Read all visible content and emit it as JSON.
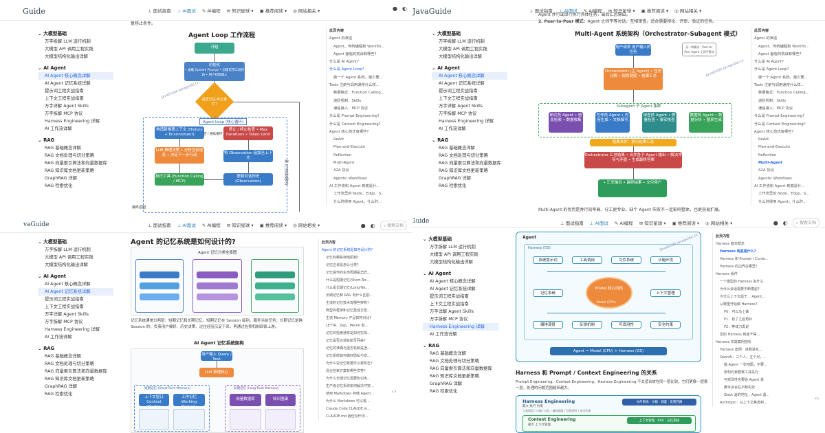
{
  "nav": {
    "interview": "面试指南",
    "ai_interview": "AI面试",
    "ai_coding": "AI编程",
    "kb": "知识星球",
    "recommend": "推荐阅读",
    "site": "网站相关",
    "search_placeholder": "搜索文档"
  },
  "brand": {
    "full": "JavaGuide",
    "cut1": "Guide",
    "cut3": "vaGuide"
  },
  "sidebar": {
    "s1": "大模型基础",
    "s1_items": [
      "万字拆解 LLM 运行机制",
      "大模型 API 调用工程实践",
      "大模型结构化输出详解"
    ],
    "s2": "AI Agent",
    "s2_items": [
      "AI Agent 核心概念详解",
      "AI Agent 记忆系统详解",
      "提示词工程实战指南",
      "上下文工程实战指南",
      "万字详解 Agent Skills",
      "万字拆解 MCP 协议",
      "Harness Engineering 详解",
      "AI 工作流详解"
    ],
    "s3": "RAG",
    "s3_items": [
      "RAG 基础概念详解",
      "RAG 文档处理与切分策略",
      "RAG 向量索引算法和向量数据库",
      "RAG 知识库文档更新策略",
      "GraphRAG 详解",
      "RAG 检索优化"
    ]
  },
  "toc1": {
    "title": "此页内容",
    "items": [
      "Agent 的演进",
      "Agent、传统编程和 Workflo...",
      "Agent 面临的挑战有哪些?",
      "什么是 AI Agent?",
      "什么是 Agent Loop?",
      "做一个 Agent 系统，最少要...",
      "Tools 注册与调用通常什么样...",
      "数据格式：Function Calling...",
      "进阶机制：Skills",
      "通信接入：MCP 协议",
      "什么是 Prompt Engineering?",
      "什么是 Context Engineering?",
      "Agent 核心范式有哪些?",
      "ReAct",
      "Plan-and-Execute",
      "Reflection",
      "Multi-Agent",
      "A2A 协议",
      "Agentic Workflows",
      "AI 工作流和 Agent 到底是什...",
      "工作流里的 Node、Edge、S...",
      "什么时候用 Agent，什么时..."
    ]
  },
  "toc3": {
    "title": "此页内容",
    "items": [
      "Agent 的记忆系统是如何设计的?",
      "记忆有哪些存储机制?",
      "记忆应该是怎么分类?",
      "记忆操作的生命周期是怎样...",
      "什么是短期记忆(Short-Ter...",
      "什么是长期记忆(Long-Ter...",
      "长期记忆和 RAG 有什么区别...",
      "主流的记忆技术有哪些架构?",
      "典型的框架和记忆集成方案...",
      "主流 Memory 产品如何对比?",
      "LETTA、Zep、Mem0 有...",
      "记忆的检索通常是如何实现...",
      "记忆是否合适就能写回来?",
      "记忆的准确与遗忘机制是怎...",
      "记忆系统如何做好隐私与安...",
      "为什么说记忆数据可以被攻击?",
      "混合检索方案有哪些优势?",
      "为什么长期记忆需要知识库...",
      "生产级记忆系统如何解决冲突...",
      "使用 Markdown 存储 Agent...",
      "为什么 Markdown 可以很...",
      "Claude Code CLAUDE.m...",
      "CLAUDE.md 最佳写作法..."
    ]
  },
  "toc2": {
    "title": "此页内容",
    "items": [
      "Agent 的演进",
      "Agent、传统编程和 Workflo...",
      "Agent 面临的挑战有哪些?",
      "什么是 AI Agent?",
      "什么是 Agent Loop?",
      "做一个 Agent 系统，最少要...",
      "Tools 注册与调用通常什么样...",
      "数据格式：Function Calling...",
      "进阶机制：Skills",
      "通信接入：MCP 协议",
      "什么是 Prompt Engineering?",
      "什么是 Context Engineering?",
      "Agent 核心范式有哪些?",
      "ReAct",
      "Plan-and-Execute",
      "Reflection",
      "Multi-Agent",
      "A2A 协议",
      "Agentic Workflows",
      "AI 工作流和 Agent 到底是什...",
      "工作流里的 Node、Edge、S...",
      "什么时候用 Agent，什么时..."
    ]
  },
  "toc4": {
    "title": "此页内容",
    "items": [
      "Harness 基本概念",
      "Harness 到底是什么?",
      "Harness 和 Prompt / Conte...",
      "Harness 的边界在哪里?",
      "Harness 组件",
      "一个模型的 Harness 由什么...",
      "为什么会话需要不断模型?",
      "为什么上下文属于... Agent...",
      "从哪里开始做 Harness?",
      "P0：可以马上做",
      "P1：有了之后再补",
      "P2：等体力再说",
      "您的 Harness 到底干得...",
      "Harness 实践案例剖析",
      "Harness 案例：自我进化...",
      "OpenAI：三个人，五个月，...",
      "提 Agent 一张地图，不要...",
      "架构约束要靠工具执行",
      "可观测性也要给 Agent 看",
      "脚手会会在不断失效",
      "Slack 盖的地址，Agent 遇...",
      "Anthropic：从上下文焦虑到..."
    ]
  },
  "q1": {
    "top_text": "复移止条件。",
    "diagram_title": "Agent Loop 工作流程",
    "start": "开始",
    "init_title": "初始化",
    "init_sub": "• 加载 System Prompt • 创建可用工具列表 • 用户初始输入",
    "decide": "是否已达 终止条件?",
    "loop_label": "Agent Loop (核心循环)",
    "build_ctx": "构造新推理上下文 (History + Environment)",
    "llm": "LLM 推理决策 • 分析当前信息 • 决定下一步行动",
    "tool": "执行工具 (Function Calling / MCP)",
    "update": "更新对话历史 (Observation)",
    "obs": "将 Observation 追加至上下文",
    "stop": "停止 / 终止检查 • Max Iterations • Token Limit",
    "yes_label": "否 / 继续循环",
    "right_label": "是 (已完成/超时)",
    "bottom_label": "最终返回"
  },
  "q2": {
    "top_text": "Agent 并行或串行执行具体任务，最后汇总输出。",
    "peer_label": "2. Peer-to-Peer 模式：",
    "peer_text": "Agent 之间平等对话，互相审查。适合需要辩论、评审、验证的任务。",
    "diagram_title": "Multi-Agent 系统架构（Orchestrator–Subagent 模式）",
    "user_req": "用户请求 用户输入的任务",
    "orchestrator": "Orchestrator (主 Agent) • 任务分解 • 规划调度 • 结果汇总",
    "note": "另一种模式：Peer-to-Peer Agent 之间平等对话，互相审查",
    "subagent_label": "Subagent 子 Agent 集群",
    "agent_a": "研究员 Agent • 信息检索 • 数据收集",
    "agent_b": "写作员 Agent • 内容生成 • 文档撰写",
    "agent_c": "审查员 Agent • 质量检查 • 事实核查",
    "agent_d": "数据员 Agent • 数据分析 • 图表生成",
    "merge": "结果合并：执行结果汇总",
    "final": "Orchestrator 汇总结果 • 合并各子 Agent 输出 • 解决冲突与矛盾 • 生成最终答案",
    "out": "• 汇总输出 • 最终结果 • 交付用户",
    "caption": "Multi-Agent 的优势是并行效率高、分工更专业。缺个 Agent 失败不一定影响整体，也更容易扩展。"
  },
  "q3": {
    "title": "Agent 的记忆系统是如何设计的?",
    "fig1_title": "Agent 记忆分类全景图",
    "para": "记忆系统通常分两层：短期记忆和长期记忆。短期记忆在 Session 级别，服务当前任务；长期记忆是跨 Session 的，负责用户偏好、历史决策、过往经验沉淀下来，再通过检索机制回馈上游。",
    "fig2_title": "AI Agent 记忆系统架构",
    "user_in": "用户输入 Query / Task",
    "llm_core": "LLM 推理核心",
    "stm": "短期记忆 (Short-Term Memory)",
    "ltm": "长期记忆 (Long-Term Memory)",
    "ctx": "上下文窗口 Context Window",
    "work": "工作记忆 Working Memory",
    "vec": "向量数据库",
    "kg": "知识图谱"
  },
  "q4": {
    "agent_label": "Agent",
    "harness_label": "Harness (OS)",
    "model_label": "Model (CPU)",
    "core": "Model 核心内核",
    "nodes": [
      "系统提示词",
      "工具调用",
      "文件系统",
      "沙箱环境",
      "记忆系统",
      "上下文管理",
      "编排调度",
      "反馈机制",
      "可观测性",
      "安全约束"
    ],
    "formula": "Agent = Model (CPU) + Harness (OS)",
    "section_title": "Harness 和 Prompt / Context Engineering 的关系",
    "para": "Prompt Engineering、Context Engineering、Harness Engineering 不太适合放在同一层比较，它们更像一层套一层，处理的问题范围越来越大。",
    "he_title": "Harness Engineering",
    "he_sub": "最大 执行 约束",
    "he_desc": "工具调用 / 沙箱 / 记忆 / 编排调度 / 可观测性 / 安全约束",
    "he_tag": "文件系统 · 沙箱 · 调度 · 反馈回路",
    "ce_title": "Context Engineering",
    "ce_sub": "最大 上下文管理",
    "ce_tag": "上下文管理 · RAG · 记忆系统"
  },
  "watermark": "JavaGuide javaguide.cn"
}
